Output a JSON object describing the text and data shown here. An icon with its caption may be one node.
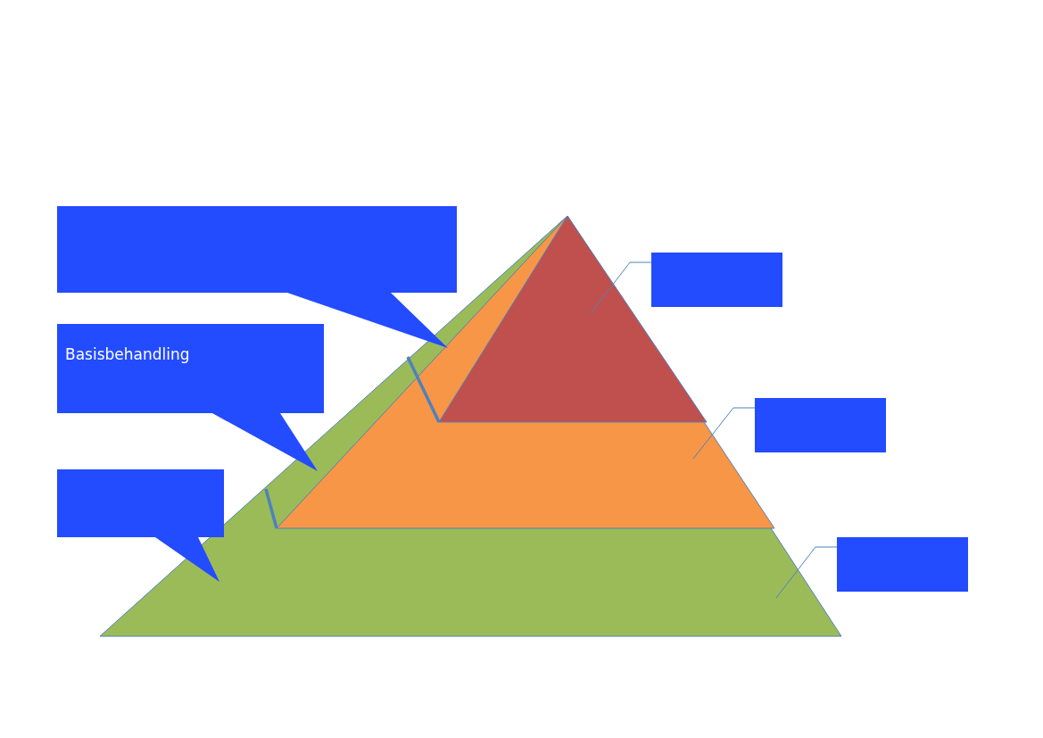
{
  "diagram": {
    "nodes": [
      {
        "text": [],
        "shape": "triangle"
      },
      {
        "text": [],
        "shape": "triangle",
        "in": 0
      },
      {
        "text": [],
        "shape": "triangle",
        "in": 1
      },
      {
        "text": [],
        "shape": "callout"
      },
      {
        "text": [
          "Basisbehandling"
        ]
      },
      {
        "text": [],
        "shape": "callout"
      },
      {
        "text": [],
        "shape": "box"
      },
      {
        "text": [],
        "shape": "box"
      },
      {
        "text": [],
        "shape": "box"
      }
    ],
    "edges": [
      {
        "from": 6,
        "to": 2,
        "arrow": "none"
      },
      {
        "from": 7,
        "to": 1,
        "arrow": "none"
      },
      {
        "from": 8,
        "to": 0,
        "arrow": "none"
      },
      {
        "from": 0,
        "to": 2,
        "arrow": "none",
        "style": "thick"
      },
      {
        "from": 0,
        "to": 1,
        "arrow": "none",
        "style": "thick"
      }
    ]
  }
}
